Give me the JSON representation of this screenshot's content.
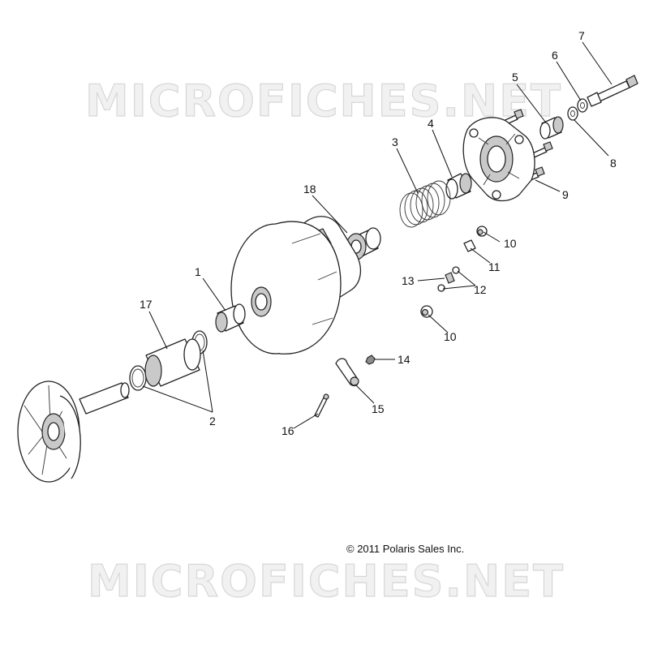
{
  "watermark": {
    "top": "MICROFICHES.NET",
    "bottom": "MICROFICHES.NET"
  },
  "copyright": "© 2011 Polaris Sales Inc.",
  "callouts": {
    "c1": "1",
    "c2": "2",
    "c3": "3",
    "c4": "4",
    "c5": "5",
    "c6": "6",
    "c7": "7",
    "c8": "8",
    "c9": "9",
    "c10a": "10",
    "c10b": "10",
    "c11": "11",
    "c12": "12",
    "c13": "13",
    "c14": "14",
    "c15": "15",
    "c16": "16",
    "c17": "17",
    "c18": "18"
  }
}
